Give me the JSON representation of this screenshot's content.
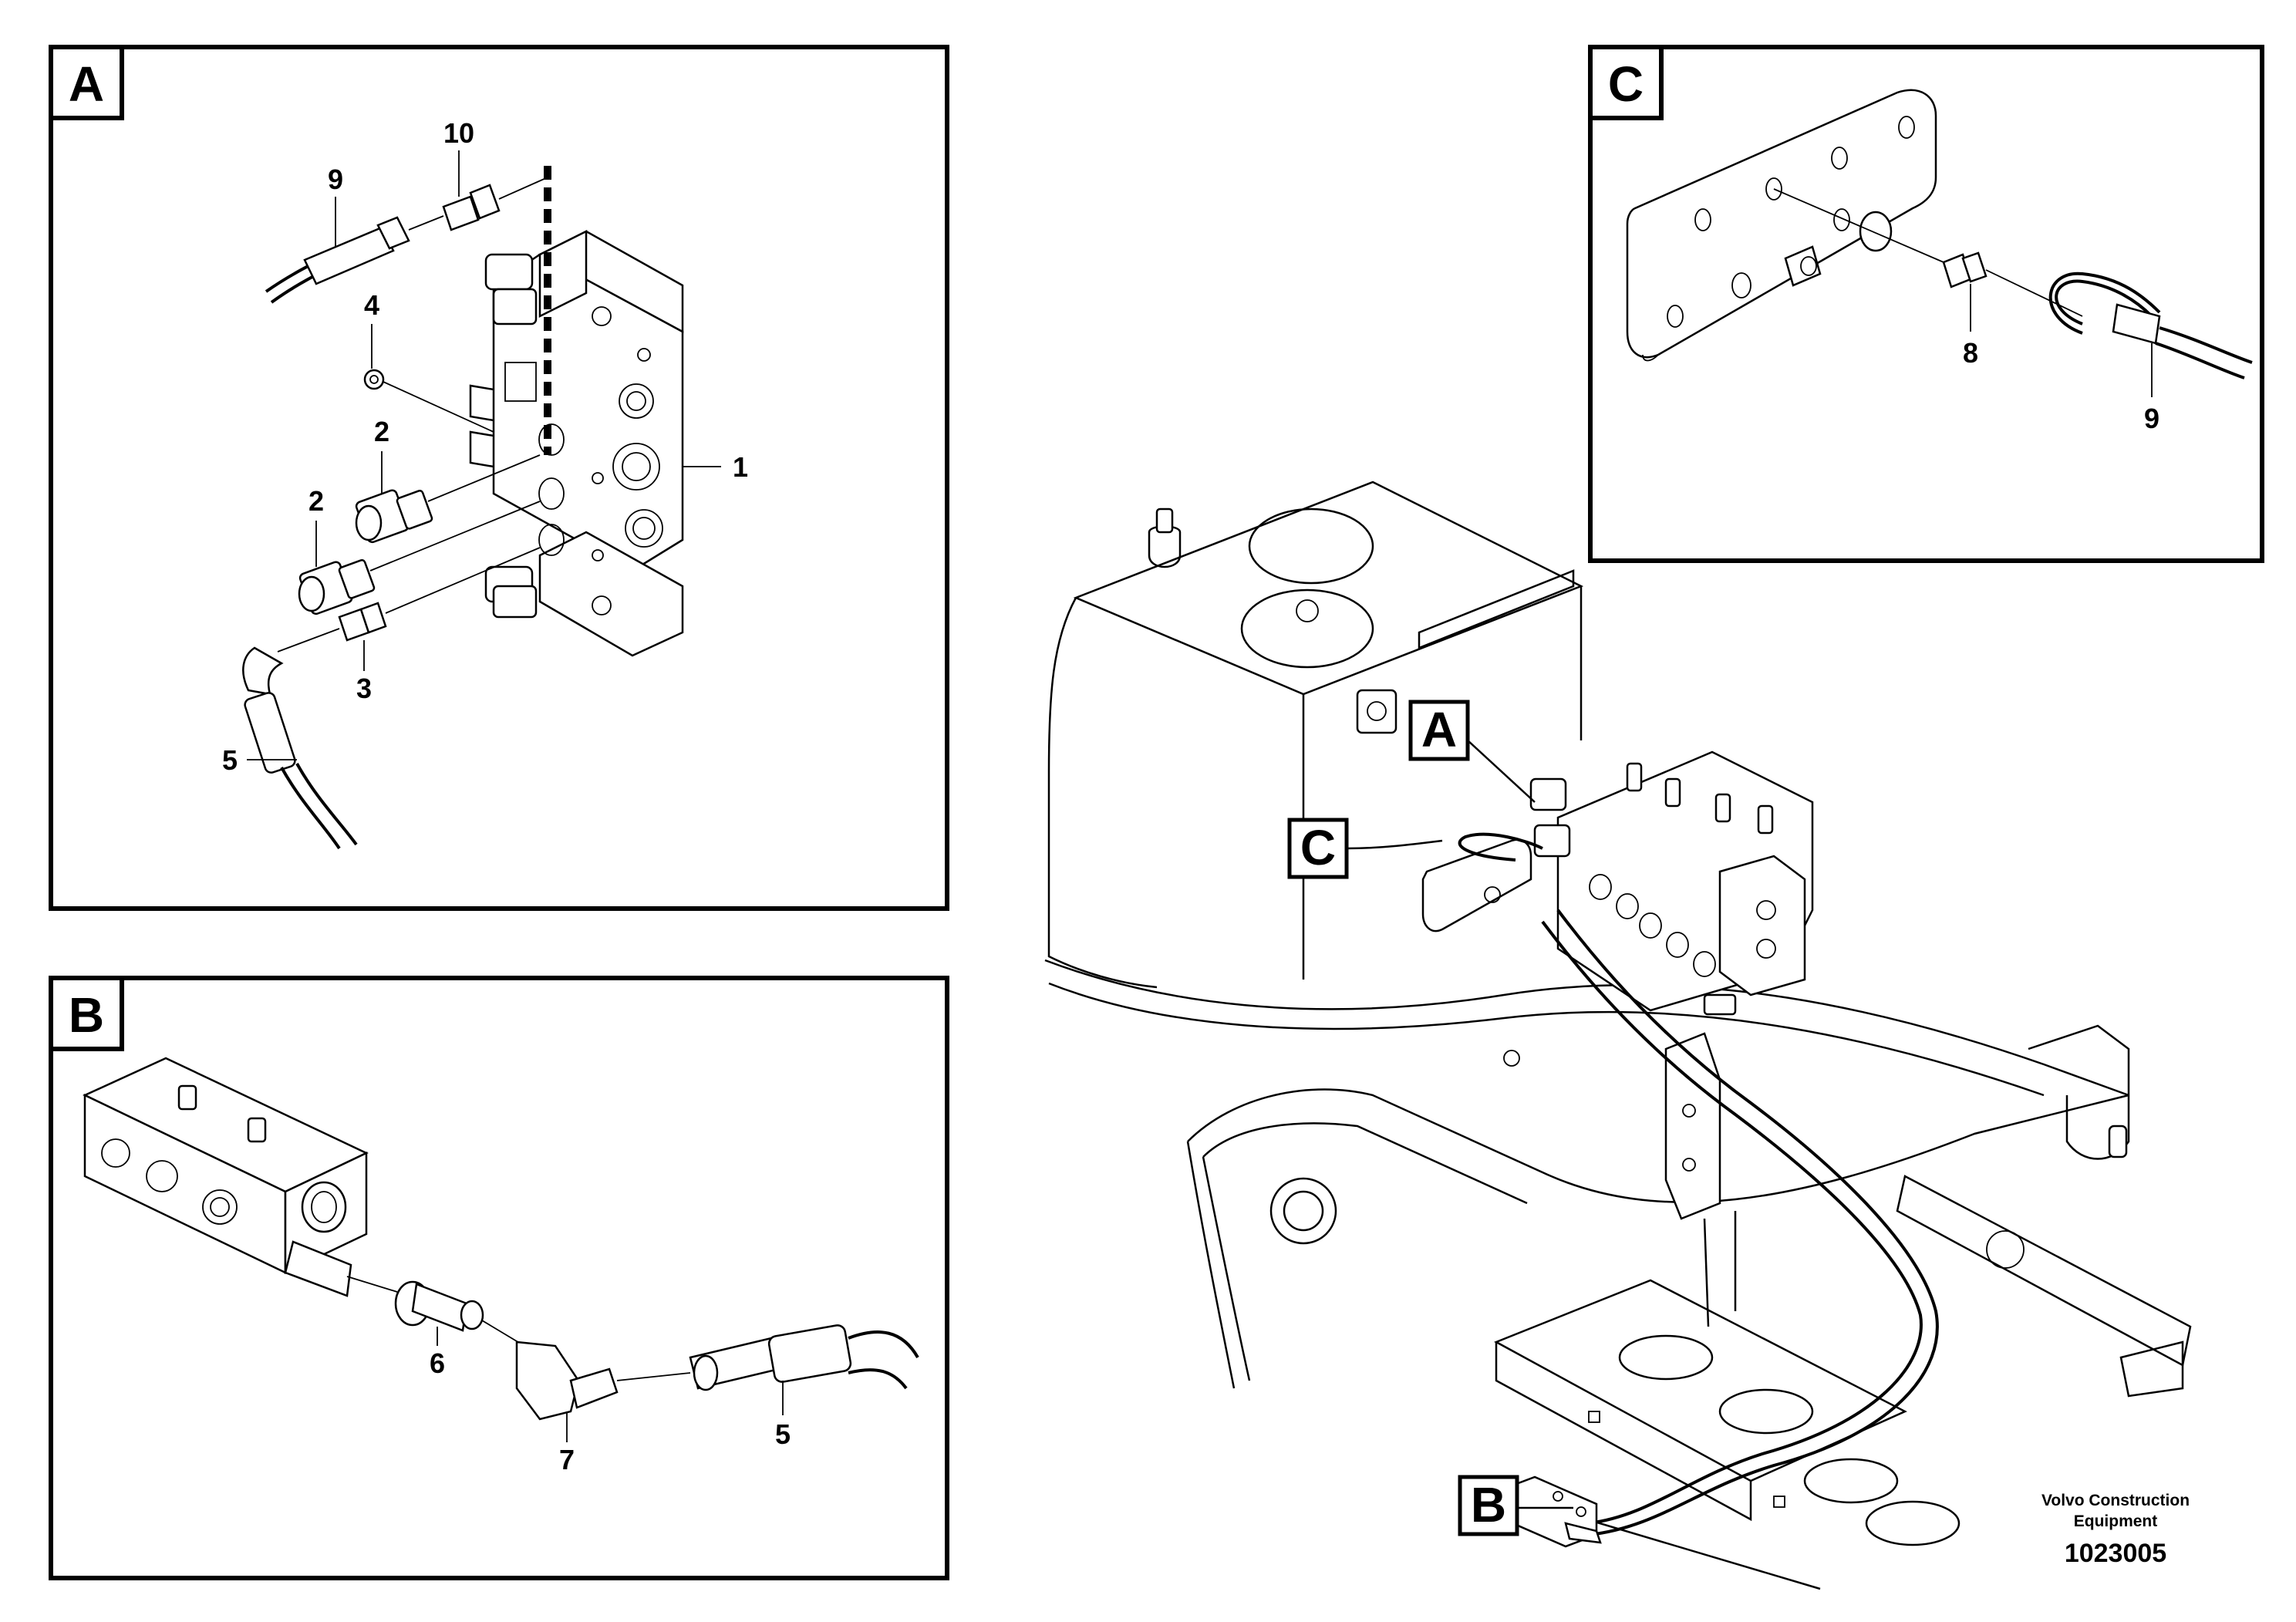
{
  "views": {
    "A": {
      "tag": "A",
      "callouts": {
        "c1": "1",
        "c2a": "2",
        "c2b": "2",
        "c3": "3",
        "c4": "4",
        "c5": "5",
        "c9": "9",
        "c10": "10"
      }
    },
    "B": {
      "tag": "B",
      "callouts": {
        "c5": "5",
        "c6": "6",
        "c7": "7"
      }
    },
    "C": {
      "tag": "C",
      "callouts": {
        "c8": "8",
        "c9": "9"
      }
    }
  },
  "overview": {
    "tag_a": "A",
    "tag_b": "B",
    "tag_c": "C"
  },
  "footer": {
    "brand_line1": "Volvo Construction",
    "brand_line2": "Equipment",
    "drawing_number": "1023005"
  }
}
